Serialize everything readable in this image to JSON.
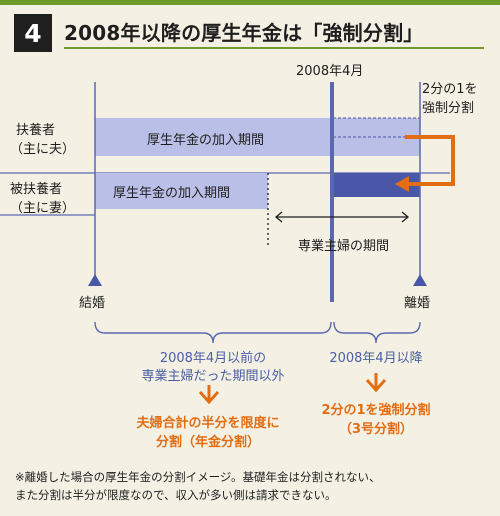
{
  "header": {
    "number": "4",
    "title": "2008年以降の厚生年金は「強制分割」"
  },
  "timeline": {
    "date_2008": "2008年4月"
  },
  "rows": {
    "husband": {
      "label_line1": "扶養者",
      "label_line2": "（主に夫）",
      "bar_label": "厚生年金の加入期間"
    },
    "wife": {
      "label_line1": "被扶養者",
      "label_line2": "（主に妻）",
      "bar_label": "厚生年金の加入期間"
    }
  },
  "annotations": {
    "split_line1": "2分の1を",
    "split_line2": "強制分割",
    "housewife_period": "専業主婦の期間"
  },
  "events": {
    "marriage": "結婚",
    "divorce": "離婚"
  },
  "periods": {
    "before_line1": "2008年4月以前の",
    "before_line2": "専業主婦だった期間以外",
    "before_result_line1": "夫婦合計の半分を限度に",
    "before_result_line2": "分割（年金分割）",
    "after_line1": "2008年4月以降",
    "after_result_line1": "2分の1を強制分割",
    "after_result_line2": "（3号分割）"
  },
  "note": {
    "line1": "※離婚した場合の厚生年金の分割イメージ。基礎年金は分割されない、",
    "line2": "また分割は半分が限度なので、収入が多い側は請求できない。"
  },
  "colors": {
    "accent_green": "#6f9a2c",
    "bar_blue": "#b9bfe6",
    "line_blue": "#5a68b0",
    "dark_blue": "#4a57a8",
    "orange": "#e36d12"
  }
}
